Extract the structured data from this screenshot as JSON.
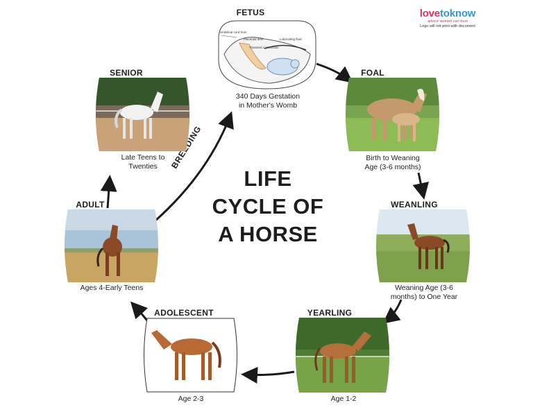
{
  "logo": {
    "brand_part1": "love",
    "brand_part2": "toknow",
    "tagline": "advice women can trust",
    "note": "Logo will not print with document"
  },
  "title": {
    "line1": "LIFE",
    "line2": "CYCLE OF",
    "line3": "A HORSE"
  },
  "edge_label": "BREEDING",
  "stages": [
    {
      "id": "fetus",
      "label": "FETUS",
      "caption_line1": "340 Days Gestation",
      "caption_line2": "in Mother's Womb",
      "image": "fetus-in-womb-illustration"
    },
    {
      "id": "foal",
      "label": "FOAL",
      "caption_line1": "Birth to Weaning",
      "caption_line2": "Age (3-6 months)",
      "image": "mare-and-foal-photo"
    },
    {
      "id": "weanling",
      "label": "WEANLING",
      "caption_line1": "Weaning Age (3-6",
      "caption_line2": "months) to One Year",
      "image": "weanling-foal-photo"
    },
    {
      "id": "yearling",
      "label": "YEARLING",
      "caption_line1": "Age 1-2",
      "caption_line2": "",
      "image": "yearling-horse-photo"
    },
    {
      "id": "adolescent",
      "label": "ADOLESCENT",
      "caption_line1": "Age 2-3",
      "caption_line2": "",
      "image": "adolescent-horse-photo"
    },
    {
      "id": "adult",
      "label": "ADULT",
      "caption_line1": "Ages 4-Early Teens",
      "caption_line2": "",
      "image": "adult-horse-photo"
    },
    {
      "id": "senior",
      "label": "SENIOR",
      "caption_line1": "Late Teens to",
      "caption_line2": "Twenties",
      "image": "senior-white-horse-photo"
    }
  ],
  "fetus_illustration_labels": {
    "umbilical": "Umbilical cord from",
    "placenta": "Placental Item",
    "transition": "Transient constriction",
    "fluid": "Lubricating fluid"
  },
  "colors": {
    "arrow": "#1a1a1a",
    "text": "#1d1d1d",
    "grass": "#6f9c3c",
    "sky": "#a9c4d8",
    "chestnut": "#a35a2a",
    "brand_red": "#e0315b",
    "brand_blue": "#2f9ad3"
  }
}
